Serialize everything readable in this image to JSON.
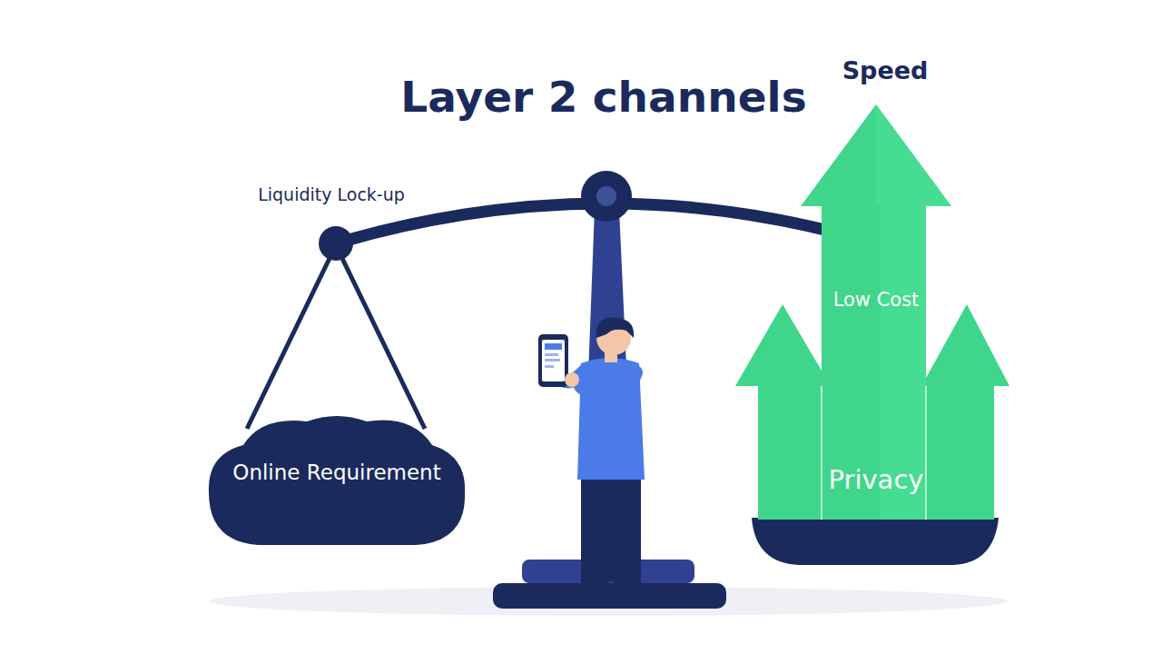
{
  "diagram": {
    "title": "Layer 2 channels",
    "nodes": [
      {
        "text": [
          "Online Requirement"
        ]
      },
      {
        "text": [
          "Speed",
          "Low Cost",
          "Privacy"
        ]
      }
    ],
    "labels": [
      "Liquidity Lock-up"
    ]
  }
}
